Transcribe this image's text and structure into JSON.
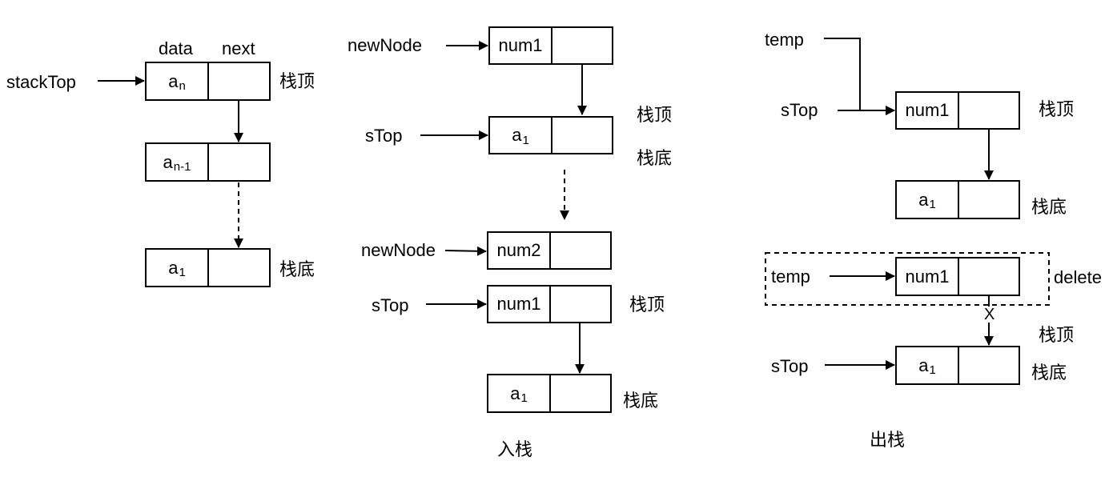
{
  "diagram_left": {
    "header_data": "data",
    "header_next": "next",
    "pointer": "stackTop",
    "node_top": {
      "base": "a",
      "sub": "n"
    },
    "node_mid": {
      "base": "a",
      "sub": "n-1"
    },
    "node_bottom": {
      "base": "a",
      "sub": "1"
    },
    "top_label": "栈顶",
    "bottom_label": "栈底"
  },
  "diagram_push": {
    "pointer_newnode_1": "newNode",
    "node_num1_top": "num1",
    "label_top_1": "栈顶",
    "pointer_stop_1": "sTop",
    "node_a1_1": {
      "base": "a",
      "sub": "1"
    },
    "label_bottom_1": "栈底",
    "pointer_newnode_2": "newNode",
    "node_num2": "num2",
    "pointer_stop_2": "sTop",
    "node_num1_bottom": "num1",
    "label_top_2": "栈顶",
    "node_a1_2": {
      "base": "a",
      "sub": "1"
    },
    "label_bottom_2": "栈底",
    "caption": "入栈"
  },
  "diagram_pop": {
    "pointer_temp_1": "temp",
    "pointer_stop_1": "sTop",
    "node_num1_1": "num1",
    "label_top_1": "栈顶",
    "node_a1_1": {
      "base": "a",
      "sub": "1"
    },
    "label_bottom_1": "栈底",
    "pointer_temp_2": "temp",
    "node_num1_2": "num1",
    "delete_label": "delete",
    "cut_mark": "X",
    "label_top_2": "栈顶",
    "pointer_stop_2": "sTop",
    "node_a1_2": {
      "base": "a",
      "sub": "1"
    },
    "label_bottom_2": "栈底",
    "caption": "出栈"
  }
}
